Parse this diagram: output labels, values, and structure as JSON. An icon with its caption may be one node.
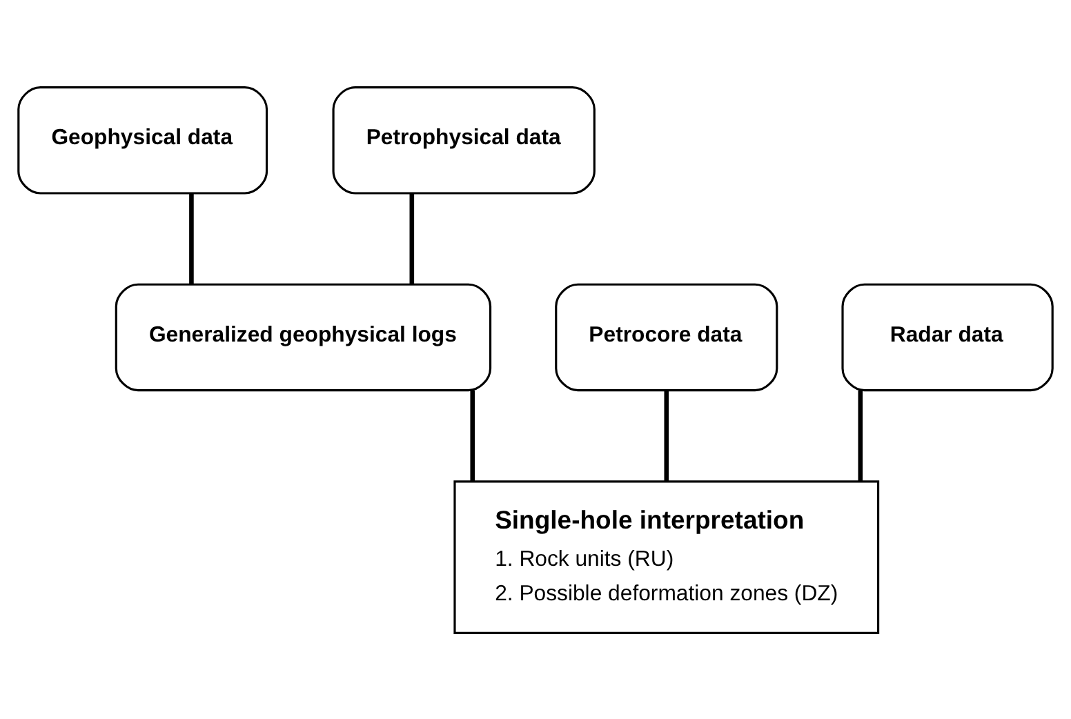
{
  "diagram": {
    "nodes": [
      {
        "text": [
          "Geophysical data"
        ]
      },
      {
        "text": [
          "Petrophysical data"
        ]
      },
      {
        "text": [
          "Petrocore data"
        ]
      },
      {
        "text": [
          "Generalized geophysical logs"
        ]
      },
      {
        "text": [
          "Radar data"
        ]
      },
      {
        "text": [
          "Single-hole interpretation",
          "1. Rock units (RU)",
          "2. Possible deformation zones (DZ)"
        ]
      }
    ],
    "edges": [
      {
        "from": 0,
        "to": 3,
        "arrow": "none"
      },
      {
        "from": 1,
        "to": 3,
        "arrow": "none"
      },
      {
        "from": 2,
        "to": 5,
        "arrow": "none"
      },
      {
        "from": 3,
        "to": 5,
        "arrow": "none"
      },
      {
        "from": 4,
        "to": 5,
        "arrow": "none"
      }
    ]
  }
}
